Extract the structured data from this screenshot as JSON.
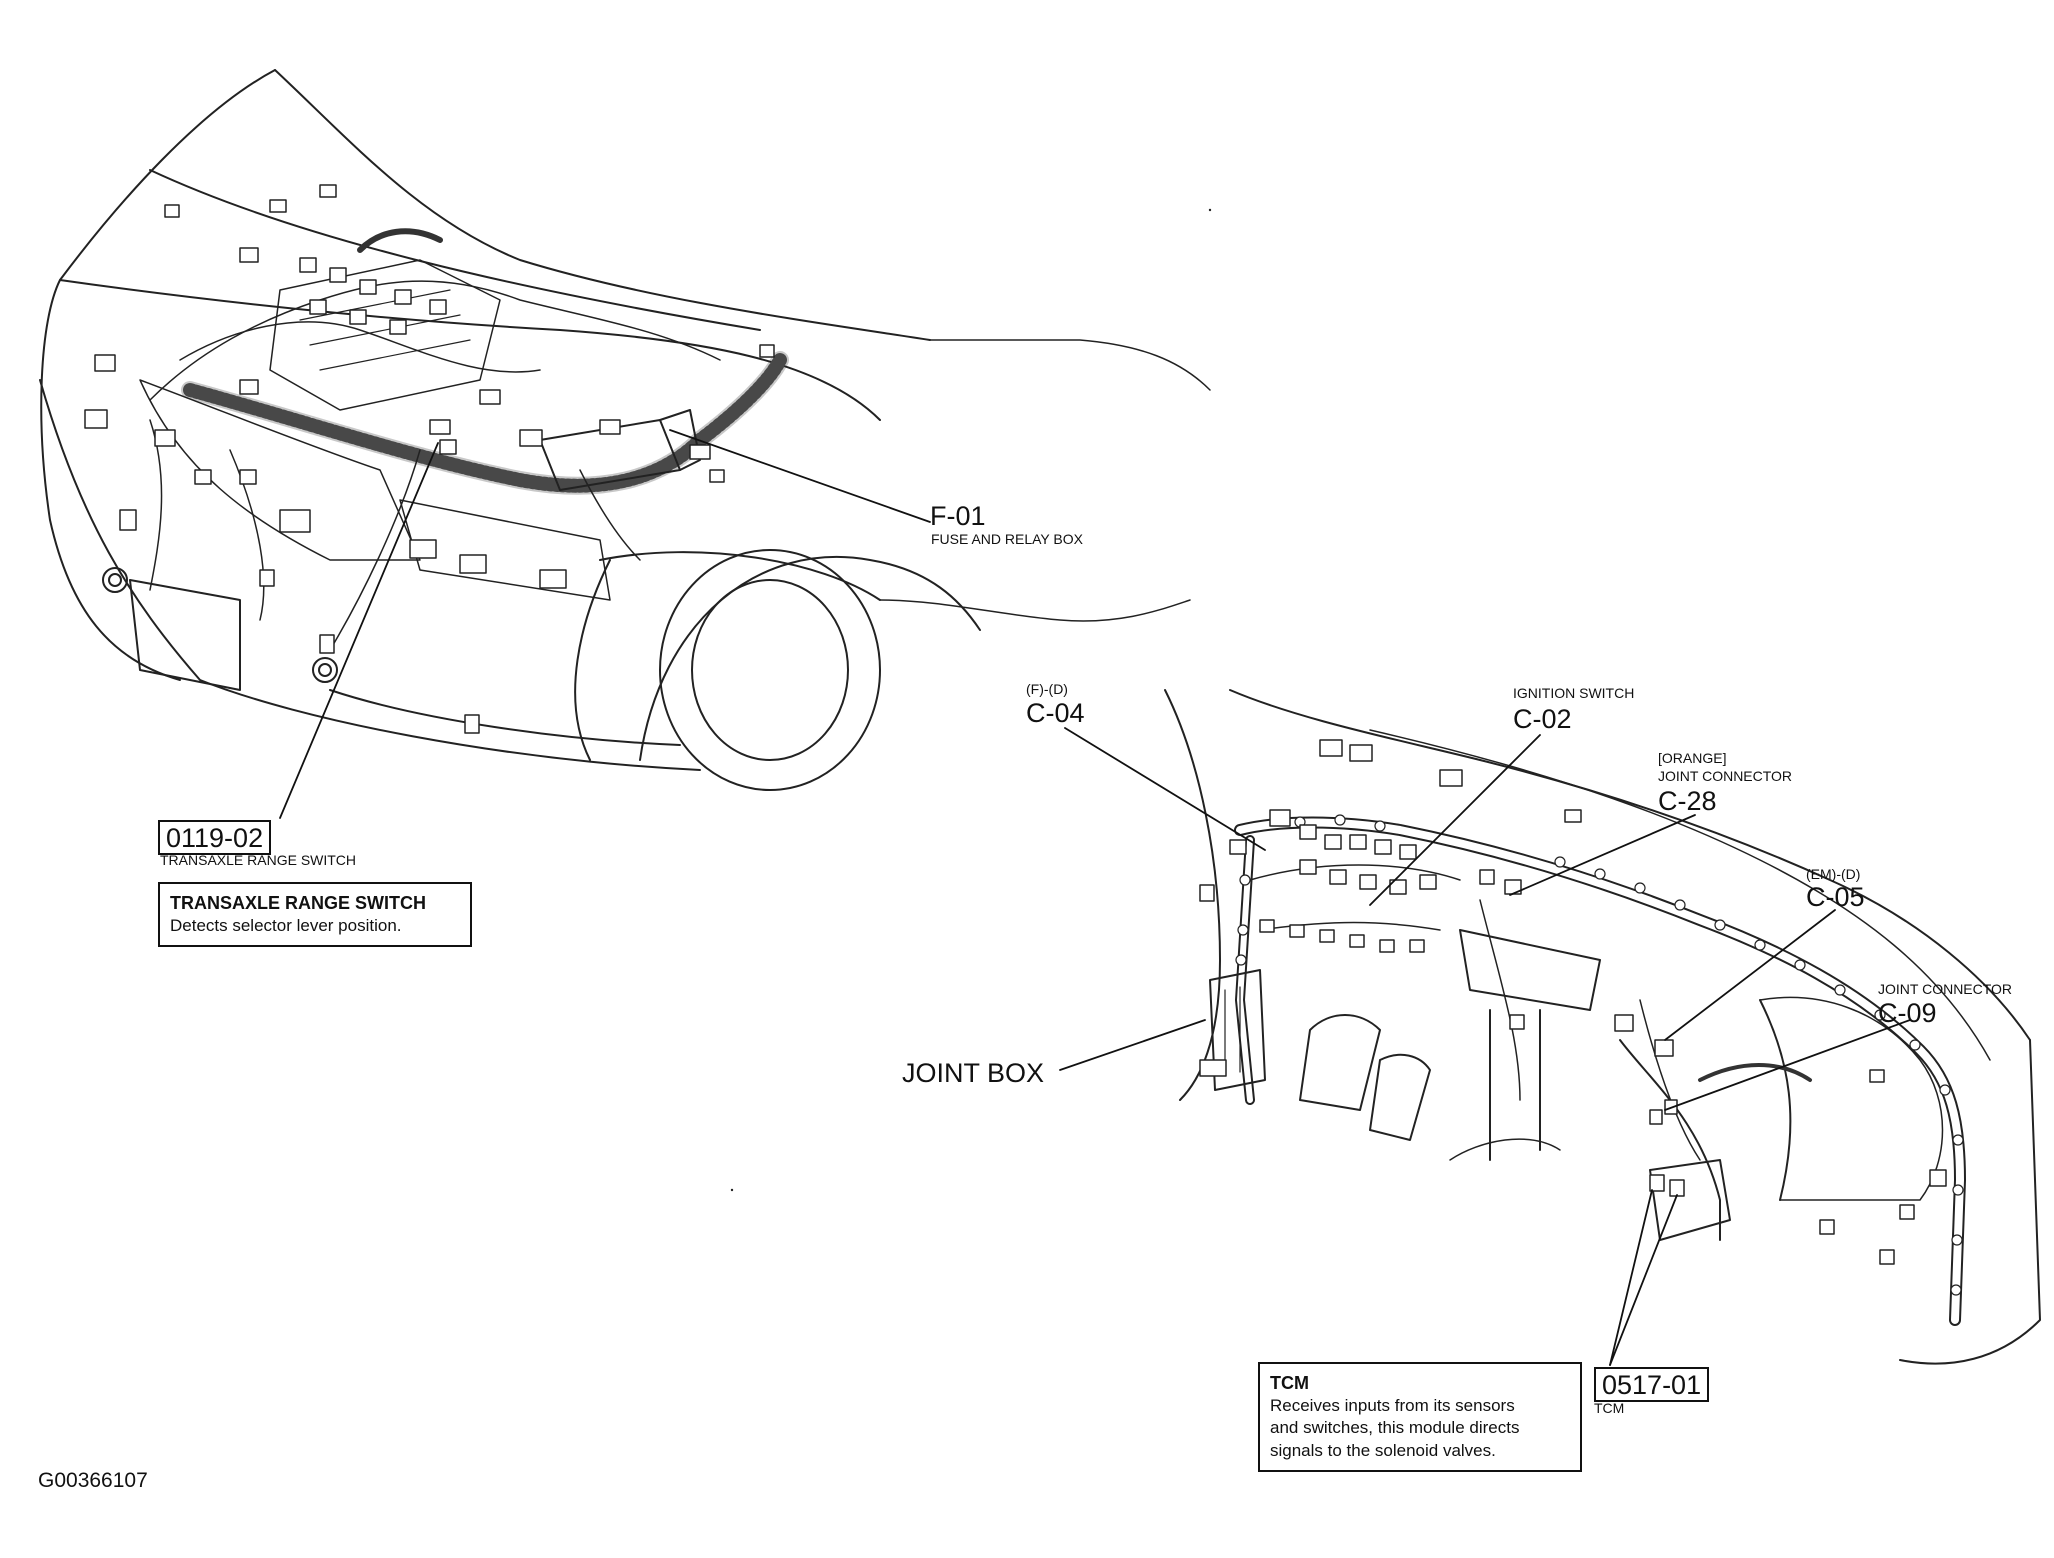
{
  "labels": {
    "f01": {
      "code": "F-01",
      "name": "FUSE AND RELAY BOX"
    },
    "c04": {
      "prefix": "(F)-(D)",
      "code": "C-04"
    },
    "c02": {
      "prefix": "IGNITION SWITCH",
      "code": "C-02"
    },
    "c28": {
      "prefix1": "[ORANGE]",
      "prefix2": "JOINT CONNECTOR",
      "code": "C-28"
    },
    "c05": {
      "prefix": "(EM)-(D)",
      "code": "C-05"
    },
    "c09": {
      "prefix": "JOINT CONNECTOR",
      "code": "C-09"
    },
    "joint_box": "JOINT BOX",
    "trs": {
      "code": "0119-02",
      "name": "TRANSAXLE RANGE SWITCH"
    },
    "tcm": {
      "code": "0517-01",
      "name": "TCM"
    }
  },
  "info_boxes": {
    "trs": {
      "title": "TRANSAXLE RANGE SWITCH",
      "desc": "Detects selector lever position."
    },
    "tcm": {
      "title": "TCM",
      "desc": "Receives inputs from its sensors\nand switches, this module directs\nsignals to the solenoid valves."
    }
  },
  "figure_id": "G00366107"
}
